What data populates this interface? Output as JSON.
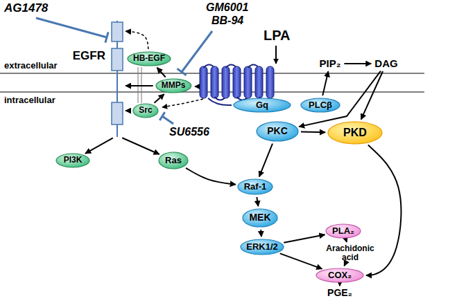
{
  "diagram": {
    "nodes": [
      {
        "text": [
          "EGFR"
        ]
      },
      {
        "text": [
          "HB-EGF"
        ]
      },
      {
        "text": [
          "MMPs"
        ]
      },
      {
        "text": [
          "Src"
        ]
      },
      {
        "text": [
          "PIP₂"
        ]
      },
      {
        "text": [
          "DAG"
        ]
      },
      {
        "text": [
          "Gq"
        ]
      },
      {
        "text": [
          "PLCβ"
        ]
      },
      {
        "text": [
          "PI3K"
        ]
      },
      {
        "text": [
          "Ras"
        ]
      },
      {
        "text": [
          "PKC"
        ]
      },
      {
        "text": [
          "PKD"
        ]
      },
      {
        "text": [
          "Raf-1"
        ]
      },
      {
        "text": [
          "MEK"
        ]
      },
      {
        "text": [
          "ERK1/2"
        ]
      },
      {
        "text": [
          "PLA₂"
        ]
      },
      {
        "text": [
          "Arachidonic acid"
        ]
      },
      {
        "text": [
          "COX₂"
        ]
      },
      {
        "text": [
          "PGE₂"
        ]
      }
    ],
    "edges": [
      {
        "from": 1,
        "to": 0,
        "arrow": "to"
      },
      {
        "from": 2,
        "to": 1,
        "arrow": "to"
      },
      {
        "from": 3,
        "to": 2,
        "arrow": "to"
      },
      {
        "from": 3,
        "to": 0,
        "arrow": "to"
      },
      {
        "from": 2,
        "to": 0,
        "arrow": "to"
      },
      {
        "from": 0,
        "to": 8,
        "arrow": "to"
      },
      {
        "from": 0,
        "to": 9,
        "arrow": "to"
      },
      {
        "from": 9,
        "to": 12,
        "arrow": "to"
      },
      {
        "from": 7,
        "to": 4,
        "arrow": "to"
      },
      {
        "from": 4,
        "to": 5,
        "arrow": "to"
      },
      {
        "from": 5,
        "to": 10,
        "arrow": "to"
      },
      {
        "from": 5,
        "to": 11,
        "arrow": "to"
      },
      {
        "from": 10,
        "to": 11,
        "arrow": "to"
      },
      {
        "from": 10,
        "to": 12,
        "arrow": "to"
      },
      {
        "from": 12,
        "to": 13,
        "arrow": "to"
      },
      {
        "from": 13,
        "to": 14,
        "arrow": "to"
      },
      {
        "from": 14,
        "to": 15,
        "arrow": "to"
      },
      {
        "from": 14,
        "to": 17,
        "arrow": "to"
      },
      {
        "from": 15,
        "to": 16,
        "arrow": "to"
      },
      {
        "from": 16,
        "to": 17,
        "arrow": "to"
      },
      {
        "from": 11,
        "to": 17,
        "arrow": "to"
      },
      {
        "from": 17,
        "to": 18,
        "arrow": "to"
      }
    ],
    "labels": [
      "AG1478",
      "GM6001",
      "BB-94",
      "LPA",
      "extracellular",
      "intracellular",
      "SU6556"
    ]
  }
}
